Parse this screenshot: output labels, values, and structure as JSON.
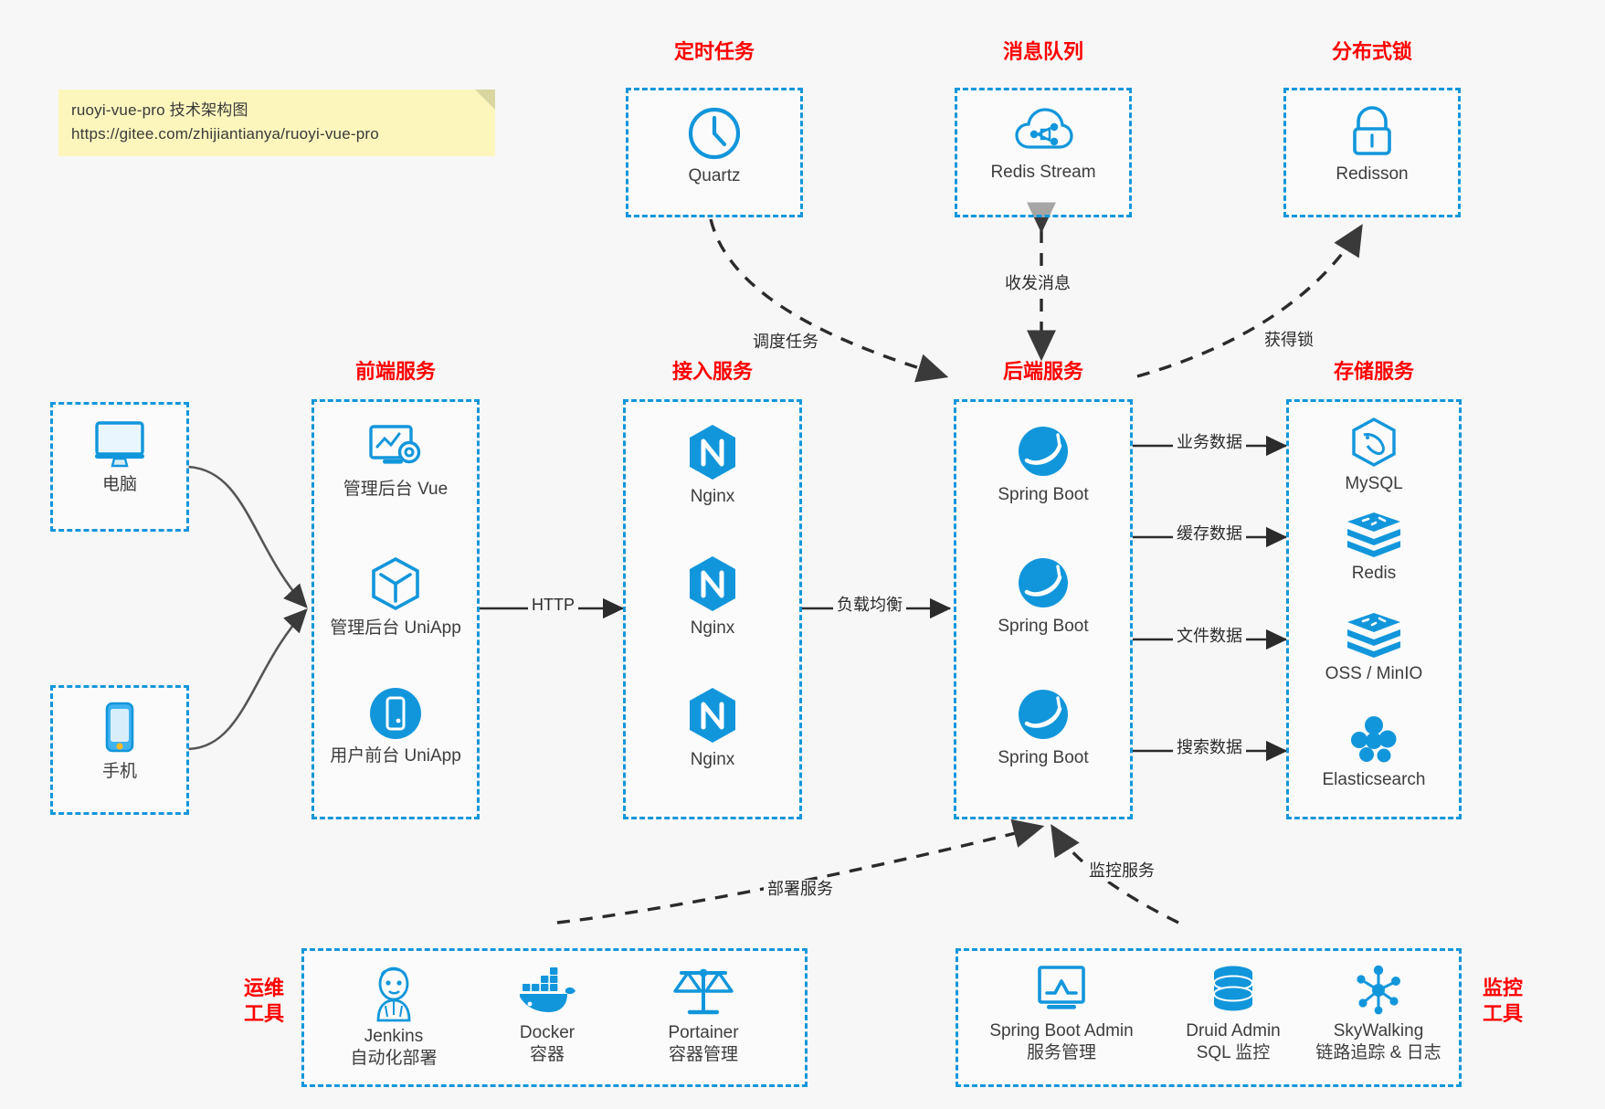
{
  "note": {
    "line1": "ruoyi-vue-pro 技术架构图",
    "line2": "https://gitee.com/zhijiantianya/ruoyi-vue-pro"
  },
  "colors": {
    "accent": "#1296db",
    "group_border": "#1296db",
    "title_red": "#ff0000",
    "background": "#f7f7f7",
    "note_bg": "#fcf6bd",
    "arrow": "#3a3a3a"
  },
  "groups": {
    "scheduler": {
      "title": "定时任务",
      "nodes": [
        {
          "label": "Quartz",
          "icon": "clock-icon"
        }
      ]
    },
    "mq": {
      "title": "消息队列",
      "nodes": [
        {
          "label": "Redis Stream",
          "icon": "cloud-stream-icon"
        }
      ]
    },
    "lock": {
      "title": "分布式锁",
      "nodes": [
        {
          "label": "Redisson",
          "icon": "lock-icon"
        }
      ]
    },
    "clients": {
      "nodes": [
        {
          "label": "电脑",
          "icon": "desktop-icon"
        },
        {
          "label": "手机",
          "icon": "mobile-icon"
        }
      ]
    },
    "frontend": {
      "title": "前端服务",
      "nodes": [
        {
          "label": "管理后台 Vue",
          "icon": "dashboard-gear-icon"
        },
        {
          "label": "管理后台 UniApp",
          "icon": "hexagon-cube-icon"
        },
        {
          "label": "用户前台 UniApp",
          "icon": "mobile-circle-icon"
        }
      ]
    },
    "gateway": {
      "title": "接入服务",
      "nodes": [
        {
          "label": "Nginx",
          "icon": "nginx-icon"
        },
        {
          "label": "Nginx",
          "icon": "nginx-icon"
        },
        {
          "label": "Nginx",
          "icon": "nginx-icon"
        }
      ]
    },
    "backend": {
      "title": "后端服务",
      "nodes": [
        {
          "label": "Spring Boot",
          "icon": "spring-boot-icon"
        },
        {
          "label": "Spring Boot",
          "icon": "spring-boot-icon"
        },
        {
          "label": "Spring Boot",
          "icon": "spring-boot-icon"
        }
      ]
    },
    "storage": {
      "title": "存储服务",
      "nodes": [
        {
          "label": "MySQL",
          "icon": "mysql-icon"
        },
        {
          "label": "Redis",
          "icon": "redis-icon"
        },
        {
          "label": "OSS / MinIO",
          "icon": "redis-icon"
        },
        {
          "label": "Elasticsearch",
          "icon": "elasticsearch-icon"
        }
      ]
    },
    "devops": {
      "title_line1": "运维",
      "title_line2": "工具",
      "nodes": [
        {
          "label": "Jenkins",
          "sub": "自动化部署",
          "icon": "jenkins-icon"
        },
        {
          "label": "Docker",
          "sub": "容器",
          "icon": "docker-icon"
        },
        {
          "label": "Portainer",
          "sub": "容器管理",
          "icon": "scales-icon"
        }
      ]
    },
    "monitor": {
      "title_line1": "监控",
      "title_line2": "工具",
      "nodes": [
        {
          "label": "Spring Boot Admin",
          "sub": "服务管理",
          "icon": "chart-monitor-icon"
        },
        {
          "label": "Druid Admin",
          "sub": "SQL 监控",
          "icon": "database-icon"
        },
        {
          "label": "SkyWalking",
          "sub": "链路追踪 & 日志",
          "icon": "skywalking-icon"
        }
      ]
    }
  },
  "edges": {
    "http": "HTTP",
    "load_balance": "负载均衡",
    "schedule_task": "调度任务",
    "send_receive_message": "收发消息",
    "acquire_lock": "获得锁",
    "business_data": "业务数据",
    "cache_data": "缓存数据",
    "file_data": "文件数据",
    "search_data": "搜索数据",
    "deploy_service": "部署服务",
    "monitor_service": "监控服务"
  }
}
